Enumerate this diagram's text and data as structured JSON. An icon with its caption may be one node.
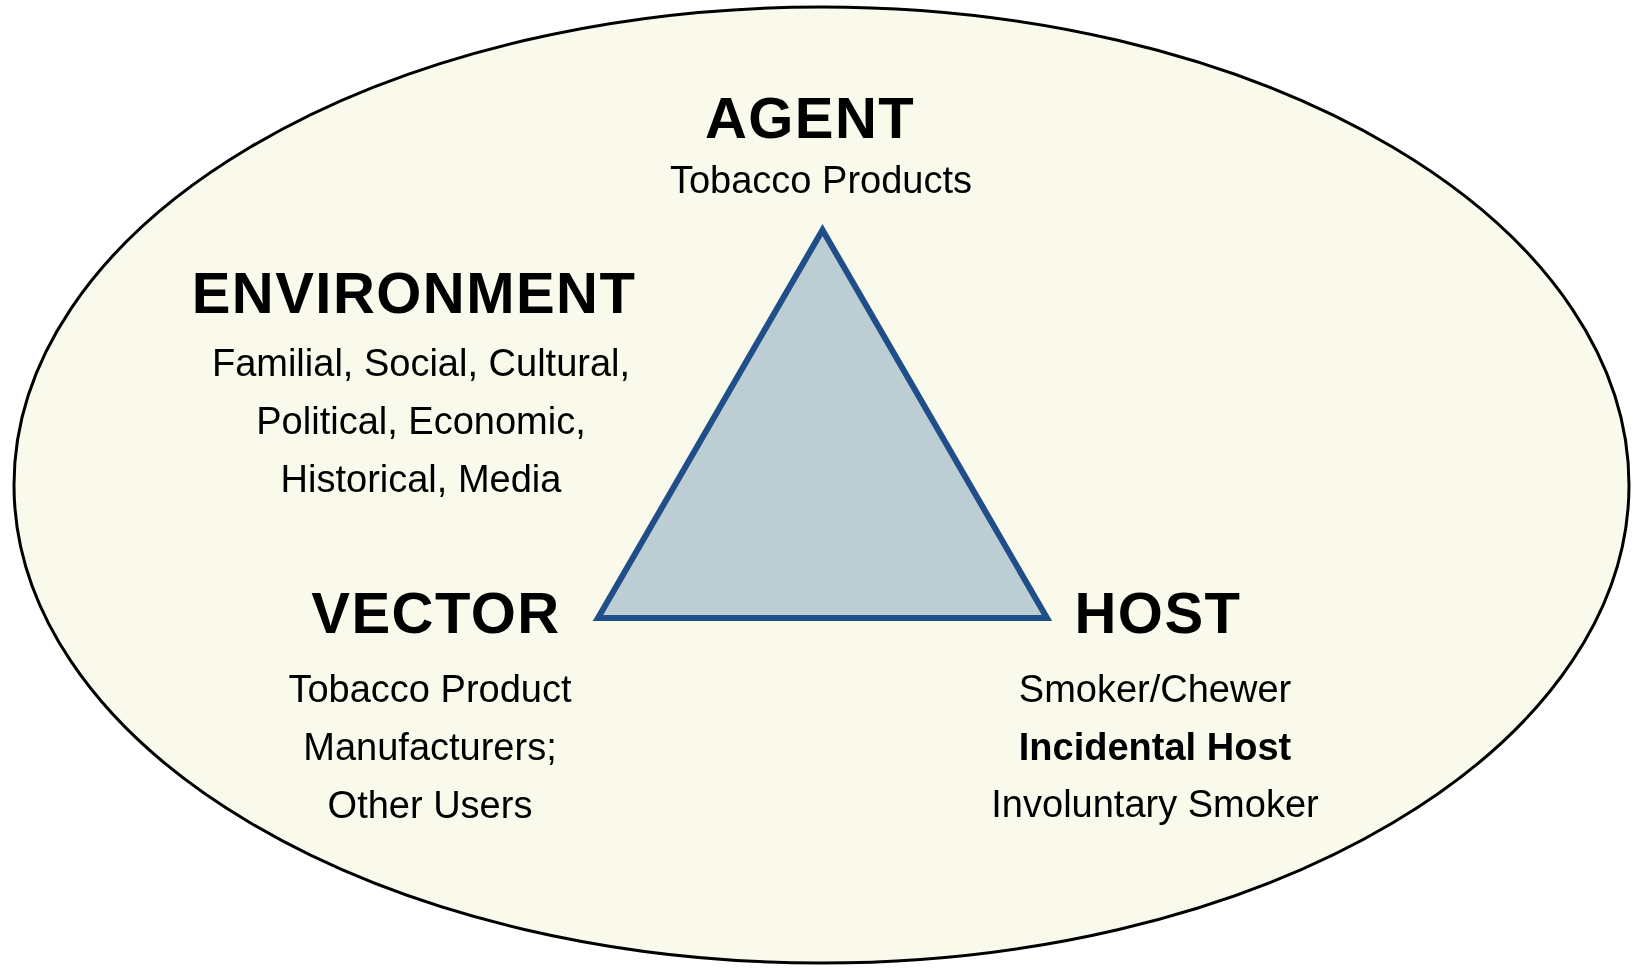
{
  "diagram": {
    "nodes": [
      {
        "text": [],
        "shape": "ellipse"
      },
      {
        "text": [],
        "shape": "triangle",
        "in": 0
      }
    ],
    "labels": [
      "AGENT",
      "Tobacco Products",
      "ENVIRONMENT",
      "Familial, Social, Cultural, Political, Economic, Historical, Media",
      "VECTOR",
      "HOST",
      "Tobacco Product Manufacturers; Other Users",
      "Smoker/Chewer",
      "Incidental Host",
      "Involuntary Smoker"
    ]
  }
}
